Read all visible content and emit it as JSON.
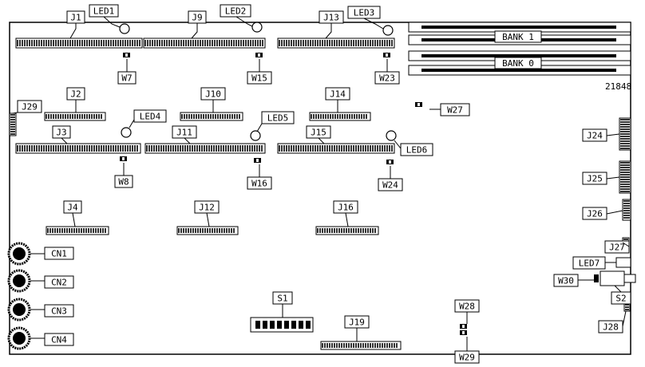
{
  "diagram": {
    "id_number": "21848",
    "bank_labels": [
      "BANK 1",
      "BANK 0"
    ],
    "headers": [
      "J1",
      "J2",
      "J3",
      "J4",
      "J9",
      "J10",
      "J11",
      "J12",
      "J13",
      "J14",
      "J15",
      "J16",
      "J19",
      "J24",
      "J25",
      "J26",
      "J27",
      "J28",
      "J29"
    ],
    "leds": [
      "LED1",
      "LED2",
      "LED3",
      "LED4",
      "LED5",
      "LED6",
      "LED7"
    ],
    "jumpers": [
      "W7",
      "W8",
      "W15",
      "W16",
      "W23",
      "W24",
      "W27",
      "W28",
      "W29",
      "W30"
    ],
    "connectors": [
      "CN1",
      "CN2",
      "CN3",
      "CN4"
    ],
    "switches": [
      "S1",
      "S2"
    ]
  }
}
